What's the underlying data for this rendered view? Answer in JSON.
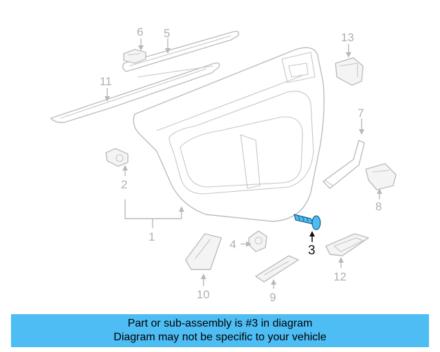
{
  "diagram": {
    "highlighted_part": "3",
    "callouts": {
      "c1": "1",
      "c2": "2",
      "c3": "3",
      "c4": "4",
      "c5": "5",
      "c6": "6",
      "c7": "7",
      "c8": "8",
      "c9": "9",
      "c10": "10",
      "c11": "11",
      "c12": "12",
      "c13": "13"
    },
    "colors": {
      "highlight": "#4dbdf4",
      "line": "#bcbcbc",
      "active_label": "#111111"
    }
  },
  "banner": {
    "line1": "Part or sub-assembly is #3 in diagram",
    "line2": "Diagram may not be specific to your vehicle",
    "color": "#4dbdf4"
  }
}
